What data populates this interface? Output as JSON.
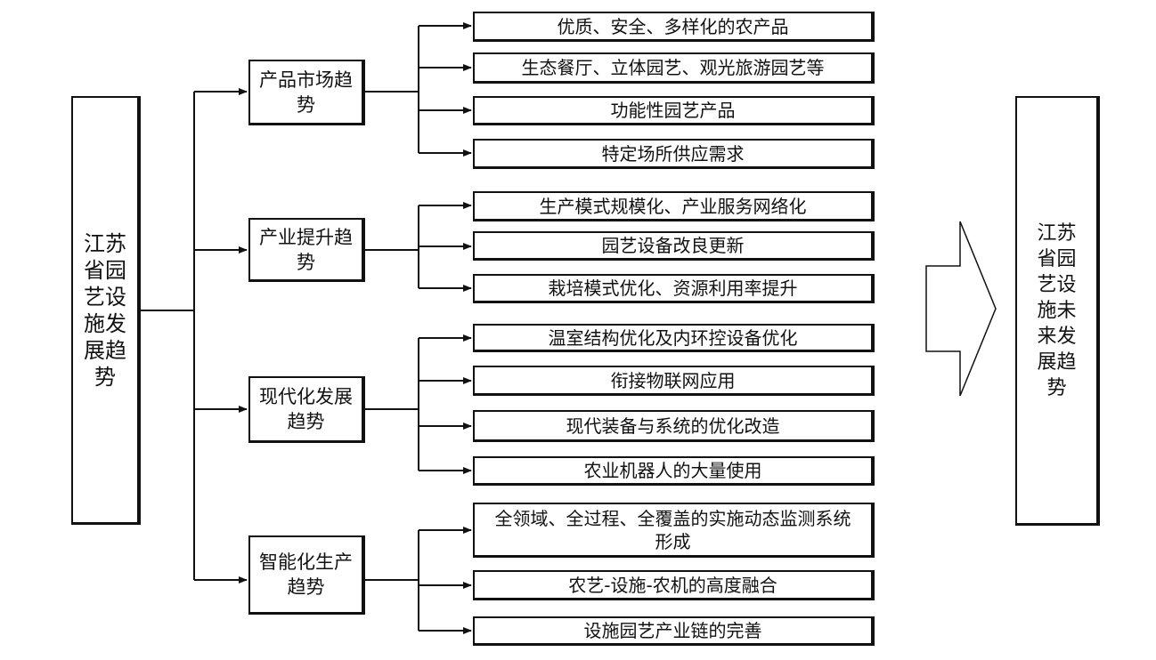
{
  "root": "江苏省园艺设施发展趋势",
  "result": "江苏省园艺设施未来发展趋势",
  "branches": [
    {
      "label": "产品市场趋势",
      "items": [
        "优质、安全、多样化的农产品",
        "生态餐厅、立体园艺、观光旅游园艺等",
        "功能性园艺产品",
        "特定场所供应需求"
      ]
    },
    {
      "label": "产业提升趋势",
      "items": [
        "生产模式规模化、产业服务网络化",
        "园艺设备改良更新",
        "栽培模式优化、资源利用率提升"
      ]
    },
    {
      "label": "现代化发展趋势",
      "items": [
        "温室结构优化及内环控设备优化",
        "衔接物联网应用",
        "现代装备与系统的优化改造",
        "农业机器人的大量使用"
      ]
    },
    {
      "label": "智能化生产趋势",
      "items": [
        "全领域、全过程、全覆盖的实施动态监测系统形成",
        "农艺-设施-农机的高度融合",
        "设施园艺产业链的完善"
      ]
    }
  ]
}
